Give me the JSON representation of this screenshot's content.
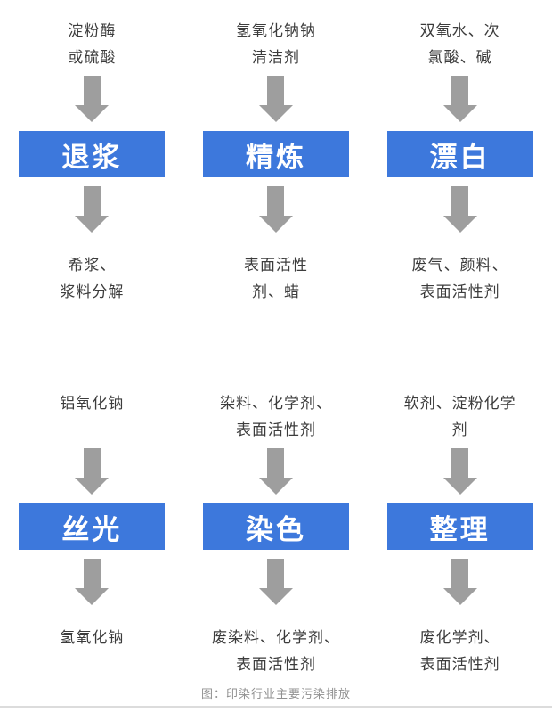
{
  "diagram": {
    "caption": "图：印染行业主要污染排放",
    "colors": {
      "process_box_blue": "#3d78dc",
      "arrow_gray": "#9e9e9e",
      "body_text": "#3c3c3c",
      "caption_gray": "#909090",
      "divider_gray": "#dcdcdc"
    },
    "flows": [
      {
        "input": [
          "淀粉酶",
          "或硫酸"
        ],
        "process": "退浆",
        "output": [
          "希浆、",
          "浆料分解"
        ]
      },
      {
        "input": [
          "氢氧化钠钠",
          "清洁剂"
        ],
        "process": "精炼",
        "output": [
          "表面活性",
          "剂、蜡"
        ]
      },
      {
        "input": [
          "双氧水、次",
          "氯酸、碱"
        ],
        "process": "漂白",
        "output": [
          "废气、颜料、",
          "表面活性剂"
        ]
      },
      {
        "input": [
          "铝氧化钠"
        ],
        "process": "丝光",
        "output": [
          "氢氧化钠"
        ]
      },
      {
        "input": [
          "染料、化学剂、",
          "表面活性剂"
        ],
        "process": "染色",
        "output": [
          "废染料、化学剂、",
          "表面活性剂"
        ]
      },
      {
        "input": [
          "软剂、淀粉化学",
          "剂"
        ],
        "process": "整理",
        "output": [
          "废化学剂、",
          "表面活性剂"
        ]
      }
    ]
  }
}
